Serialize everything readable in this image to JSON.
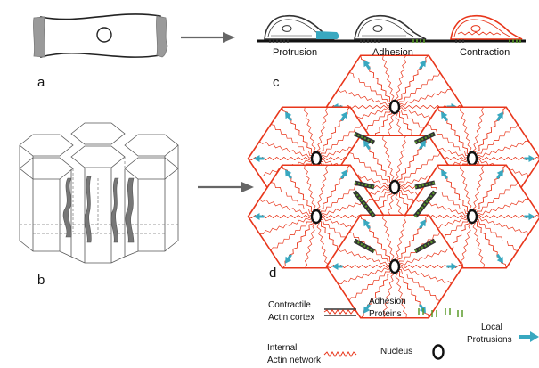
{
  "panels": {
    "a": {
      "letter": "a"
    },
    "b": {
      "letter": "b"
    },
    "c": {
      "letter": "c",
      "stages": [
        "Protrusion",
        "Adhesion",
        "Contraction"
      ]
    },
    "d": {
      "letter": "d"
    }
  },
  "legend": {
    "contractile": [
      "Contractile",
      "Actin cortex"
    ],
    "adhesion": [
      "Adhesion",
      "Proteins"
    ],
    "internal": [
      "Internal",
      "Actin network"
    ],
    "nucleus": "Nucleus",
    "protrusions": [
      "Local",
      "Protrusions"
    ]
  },
  "colors": {
    "actin_red": "#e8361b",
    "cortex_dark": "#333333",
    "adhesion_green": "#5a9a2a",
    "protrusion_blue": "#38a8c0",
    "arrow_gray": "#666666",
    "cell_gray": "#9a9a9a"
  }
}
